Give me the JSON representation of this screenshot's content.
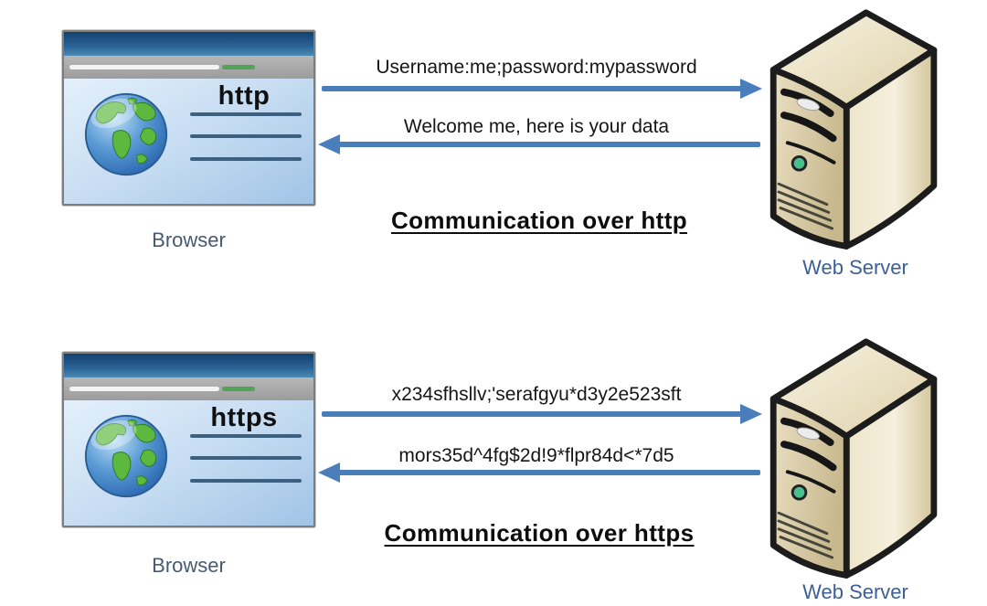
{
  "sections": [
    {
      "protocol_label": "http",
      "browser_caption": "Browser",
      "server_caption": "Web Server",
      "request_message": "Username:me;password:mypassword",
      "response_message": "Welcome me, here is your data",
      "title": "Communication over http"
    },
    {
      "protocol_label": "https",
      "browser_caption": "Browser",
      "server_caption": "Web Server",
      "request_message": "x234sfhsllv;'serafgyu*d3y2e523sft",
      "response_message": "mors35d^4fg$2d!9*flpr84d<*7d5",
      "title": "Communication over https"
    }
  ],
  "icons": {
    "browser_globe": "globe-icon",
    "server": "server-tower-icon",
    "request_arrow": "arrow-right-icon",
    "response_arrow": "arrow-left-icon"
  },
  "colors": {
    "arrow": "#4a7ebb",
    "browser_caption": "#475a74",
    "server_caption": "#3c5f9a",
    "message_text": "#161616",
    "title_text": "#0d0d0d",
    "content_line": "#3c6080",
    "progress_green": "#4fa456"
  }
}
